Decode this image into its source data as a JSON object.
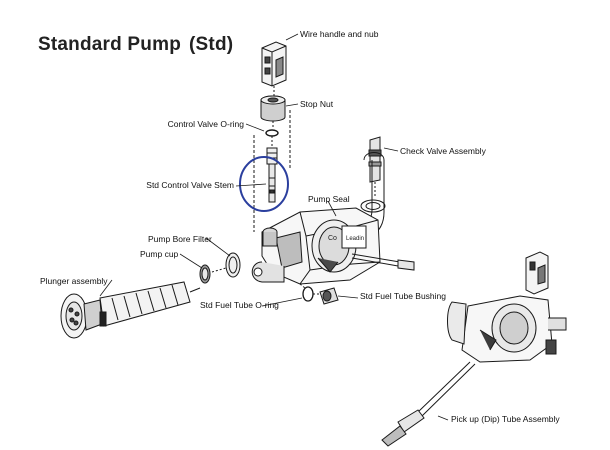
{
  "title": {
    "main": "Standard Pump",
    "sub": "(Std)"
  },
  "labels": {
    "wire_handle": "Wire handle and nub",
    "stop_nut": "Stop Nut",
    "control_valve_oring": "Control Valve O-ring",
    "check_valve": "Check Valve Assembly",
    "std_control_valve_stem": "Std Control Valve Stem",
    "pump_seal": "Pump Seal",
    "pump_bore_filter": "Pump Bore Filter",
    "pump_cup": "Pump cup",
    "plunger_assembly": "Plunger assembly",
    "std_fuel_tube_bushing": "Std Fuel Tube Bushing",
    "std_fuel_tube_oring": "Std Fuel Tube O-ring",
    "pickup_tube": "Pick up (Dip) Tube Assembly"
  },
  "pump_body_text": [
    "Co",
    "Leadin"
  ],
  "colors": {
    "line": "#1a1a1a",
    "highlight_circle": "#2b3f9e",
    "fill_light": "#e6e6e6",
    "fill_mid": "#bdbdbd",
    "fill_dark": "#4a4a4a"
  }
}
